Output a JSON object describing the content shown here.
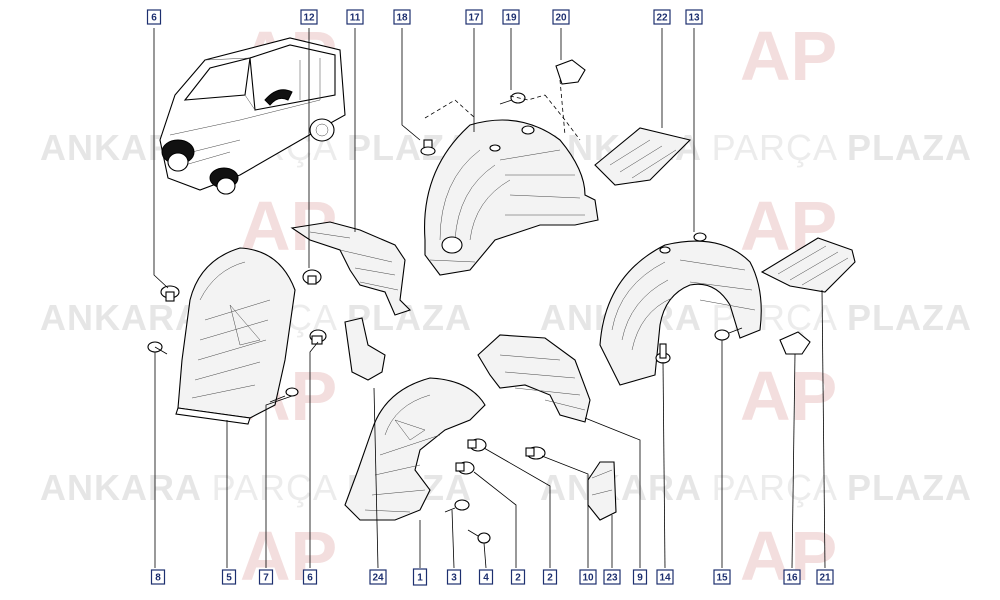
{
  "watermark": {
    "brand_regular_1": "ANKARA",
    "brand_light": "PARÇA",
    "brand_bold": "PLAZA",
    "logo_letters": "AP",
    "colors": {
      "dark": "#e6e6e6",
      "light": "#ececec",
      "logo": "#f3dede"
    }
  },
  "labels": [
    {
      "id": "6",
      "highlight": false
    },
    {
      "id": "12",
      "highlight": false
    },
    {
      "id": "11",
      "highlight": false
    },
    {
      "id": "18",
      "highlight": false
    },
    {
      "id": "17",
      "highlight": false
    },
    {
      "id": "19",
      "highlight": false
    },
    {
      "id": "20",
      "highlight": false
    },
    {
      "id": "22",
      "highlight": false
    },
    {
      "id": "13",
      "highlight": false
    },
    {
      "id": "8",
      "highlight": false
    },
    {
      "id": "5",
      "highlight": false
    },
    {
      "id": "7",
      "highlight": false
    },
    {
      "id": "6",
      "highlight": false
    },
    {
      "id": "24",
      "highlight": false
    },
    {
      "id": "1",
      "highlight": true
    },
    {
      "id": "3",
      "highlight": false
    },
    {
      "id": "4",
      "highlight": false
    },
    {
      "id": "2",
      "highlight": false
    },
    {
      "id": "2",
      "highlight": false
    },
    {
      "id": "10",
      "highlight": false
    },
    {
      "id": "23",
      "highlight": false
    },
    {
      "id": "9",
      "highlight": false
    },
    {
      "id": "14",
      "highlight": false
    },
    {
      "id": "15",
      "highlight": false
    },
    {
      "id": "16",
      "highlight": false
    },
    {
      "id": "21",
      "highlight": false
    }
  ],
  "colors": {
    "label_border": "#1d2f6f",
    "highlight": "#e0202a",
    "line": "#000000"
  }
}
